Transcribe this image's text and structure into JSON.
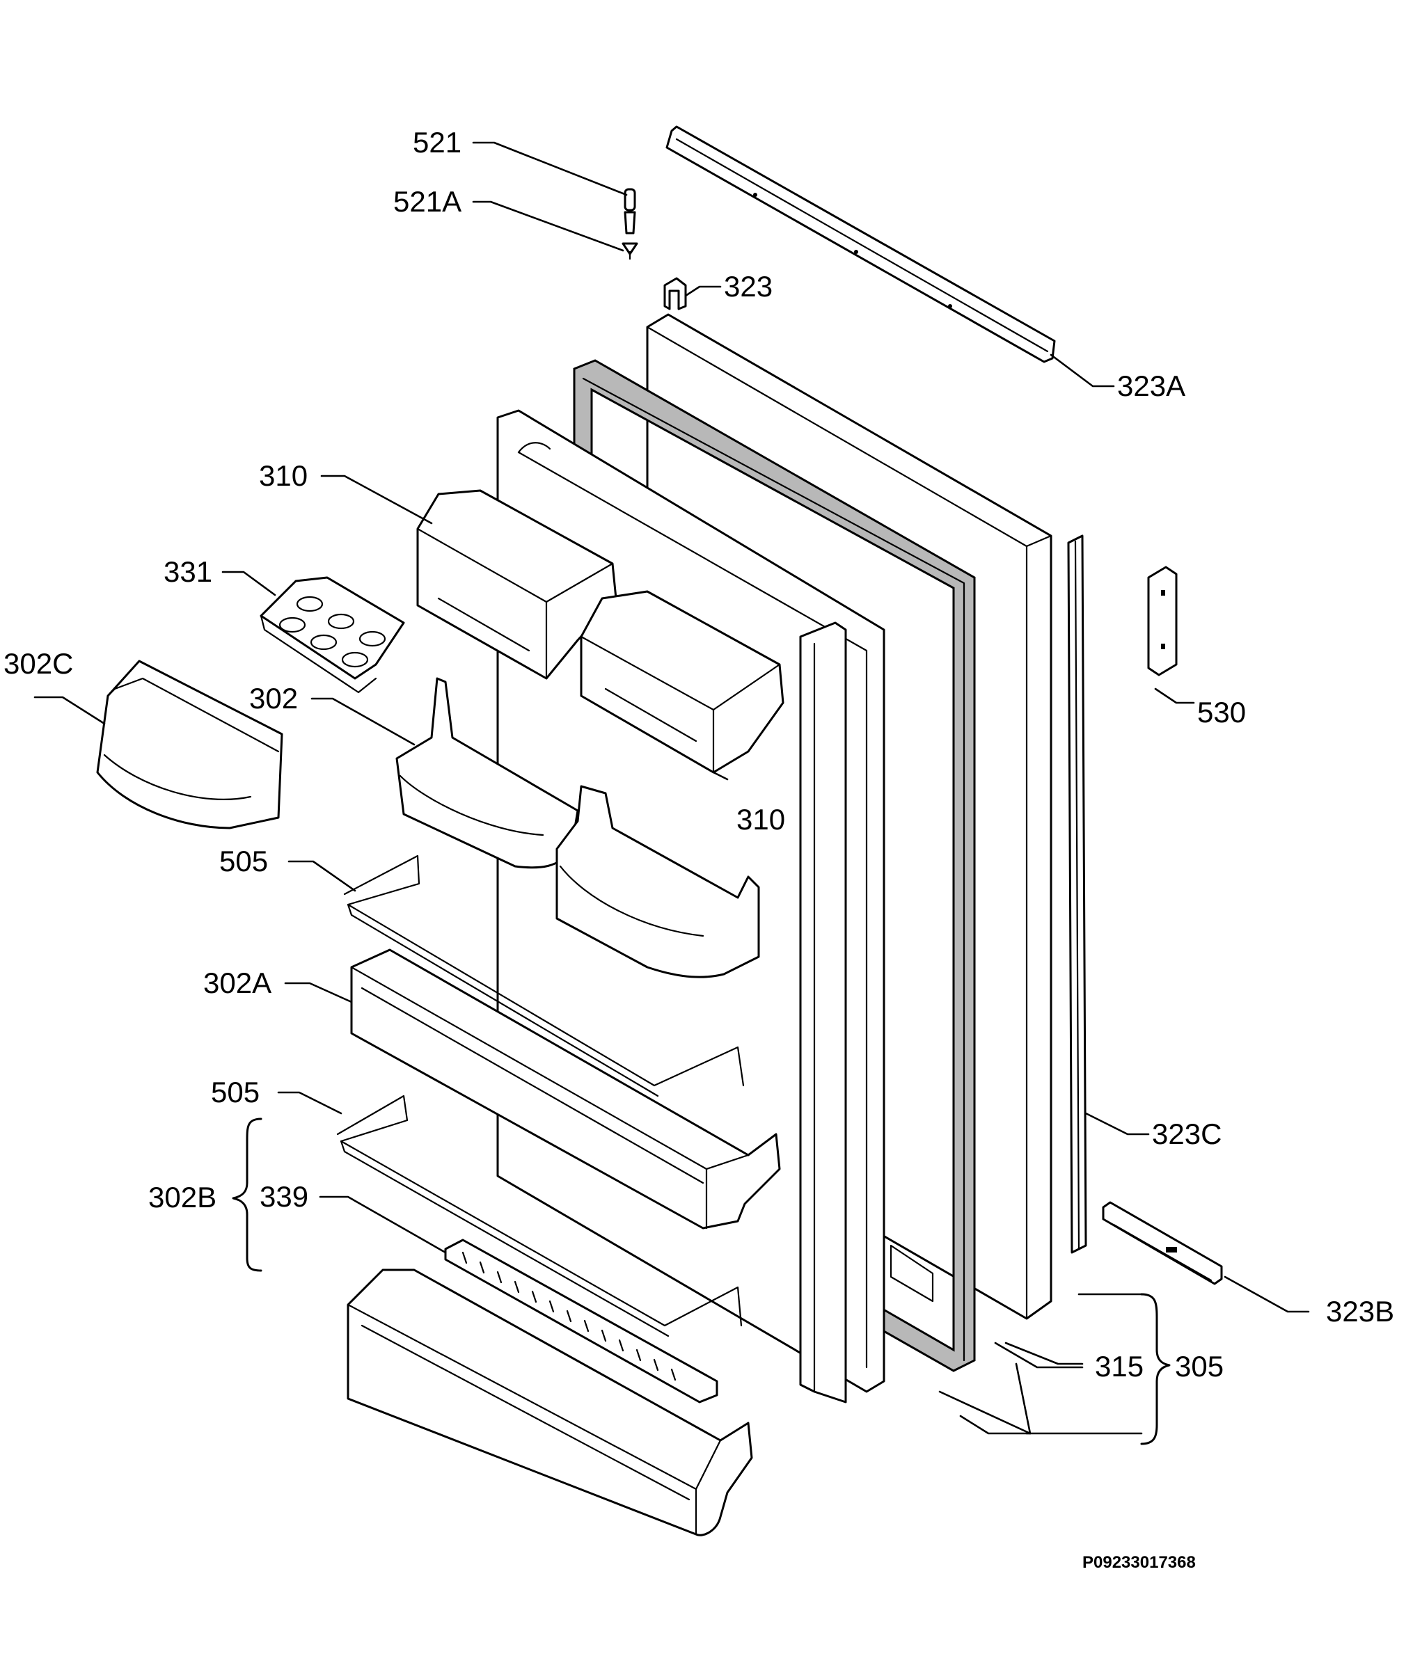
{
  "callouts": {
    "c521": "521",
    "c521a": "521A",
    "c323": "323",
    "c323a": "323A",
    "c310_top": "310",
    "c331": "331",
    "c302c": "302C",
    "c302": "302",
    "c310_mid": "310",
    "c530": "530",
    "c505_top": "505",
    "c302a": "302A",
    "c505_bottom": "505",
    "c302b": "302B",
    "c339": "339",
    "c323c": "323C",
    "c323b": "323B",
    "c315": "315",
    "c305": "305"
  },
  "drawing_number": "P09233017368"
}
